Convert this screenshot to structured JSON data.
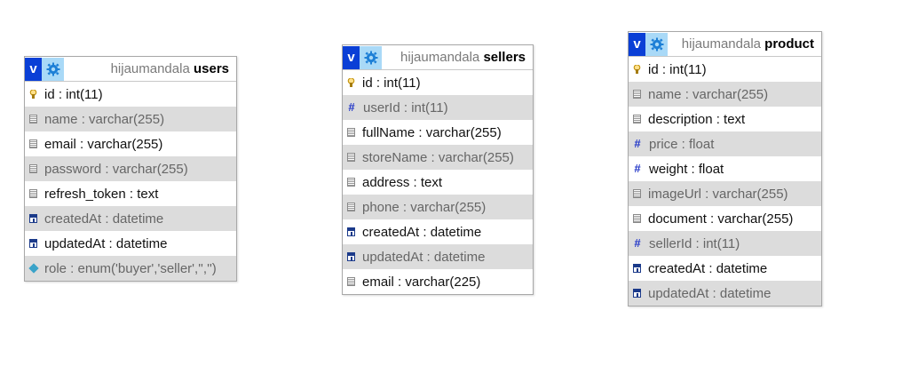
{
  "tables": [
    {
      "db": "hijaumandala",
      "name": "users",
      "v_label": "v",
      "columns": [
        {
          "text": "id : int(11)",
          "icon": "primary-key-icon"
        },
        {
          "text": "name : varchar(255)",
          "icon": "text-field-icon"
        },
        {
          "text": "email : varchar(255)",
          "icon": "text-field-icon"
        },
        {
          "text": "password : varchar(255)",
          "icon": "text-field-icon"
        },
        {
          "text": "refresh_token : text",
          "icon": "text-field-icon"
        },
        {
          "text": "createdAt : datetime",
          "icon": "datetime-icon"
        },
        {
          "text": "updatedAt : datetime",
          "icon": "datetime-icon"
        },
        {
          "text": "role : enum('buyer','seller','','')",
          "icon": "enum-icon"
        }
      ]
    },
    {
      "db": "hijaumandala",
      "name": "sellers",
      "v_label": "v",
      "columns": [
        {
          "text": "id : int(11)",
          "icon": "primary-key-icon"
        },
        {
          "text": "userId : int(11)",
          "icon": "numeric-icon"
        },
        {
          "text": "fullName : varchar(255)",
          "icon": "text-field-icon"
        },
        {
          "text": "storeName : varchar(255)",
          "icon": "text-field-icon"
        },
        {
          "text": "address : text",
          "icon": "text-field-icon"
        },
        {
          "text": "phone : varchar(255)",
          "icon": "text-field-icon"
        },
        {
          "text": "createdAt : datetime",
          "icon": "datetime-icon"
        },
        {
          "text": "updatedAt : datetime",
          "icon": "datetime-icon"
        },
        {
          "text": "email : varchar(225)",
          "icon": "text-field-icon"
        }
      ]
    },
    {
      "db": "hijaumandala",
      "name": "product",
      "v_label": "v",
      "columns": [
        {
          "text": "id : int(11)",
          "icon": "primary-key-icon"
        },
        {
          "text": "name : varchar(255)",
          "icon": "text-field-icon"
        },
        {
          "text": "description : text",
          "icon": "text-field-icon"
        },
        {
          "text": "price : float",
          "icon": "numeric-icon"
        },
        {
          "text": "weight : float",
          "icon": "numeric-icon"
        },
        {
          "text": "imageUrl : varchar(255)",
          "icon": "text-field-icon"
        },
        {
          "text": "document : varchar(255)",
          "icon": "text-field-icon"
        },
        {
          "text": "sellerId : int(11)",
          "icon": "numeric-icon"
        },
        {
          "text": "createdAt : datetime",
          "icon": "datetime-icon"
        },
        {
          "text": "updatedAt : datetime",
          "icon": "datetime-icon"
        }
      ]
    }
  ]
}
